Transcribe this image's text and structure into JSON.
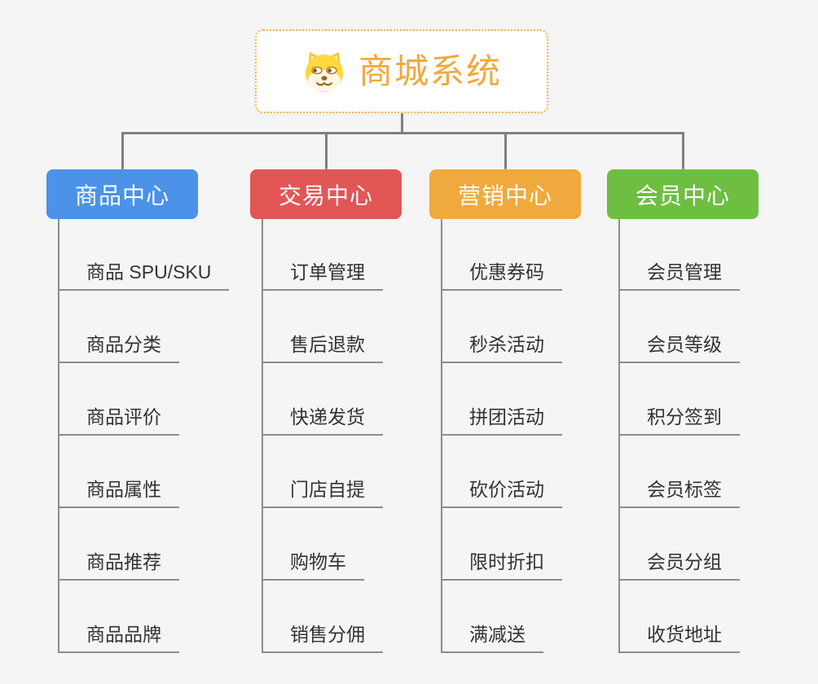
{
  "root": {
    "title": "商城系统",
    "icon": "dog-face-icon",
    "border_color": "#F5B54A",
    "text_color": "#F2A83C"
  },
  "connector_color": "#7F7F7F",
  "leaf_line_color": "#8C8C8C",
  "leaf_text_color": "#333333",
  "background_color": "#F5F5F5",
  "branches": [
    {
      "label": "商品中心",
      "color": "#4B92E8",
      "children": [
        "商品 SPU/SKU",
        "商品分类",
        "商品评价",
        "商品属性",
        "商品推荐",
        "商品品牌"
      ]
    },
    {
      "label": "交易中心",
      "color": "#E25656",
      "children": [
        "订单管理",
        "售后退款",
        "快递发货",
        "门店自提",
        "购物车",
        "销售分佣"
      ]
    },
    {
      "label": "营销中心",
      "color": "#EFA93D",
      "children": [
        "优惠券码",
        "秒杀活动",
        "拼团活动",
        "砍价活动",
        "限时折扣",
        "满减送"
      ]
    },
    {
      "label": "会员中心",
      "color": "#6EBE41",
      "children": [
        "会员管理",
        "会员等级",
        "积分签到",
        "会员标签",
        "会员分组",
        "收货地址"
      ]
    }
  ]
}
